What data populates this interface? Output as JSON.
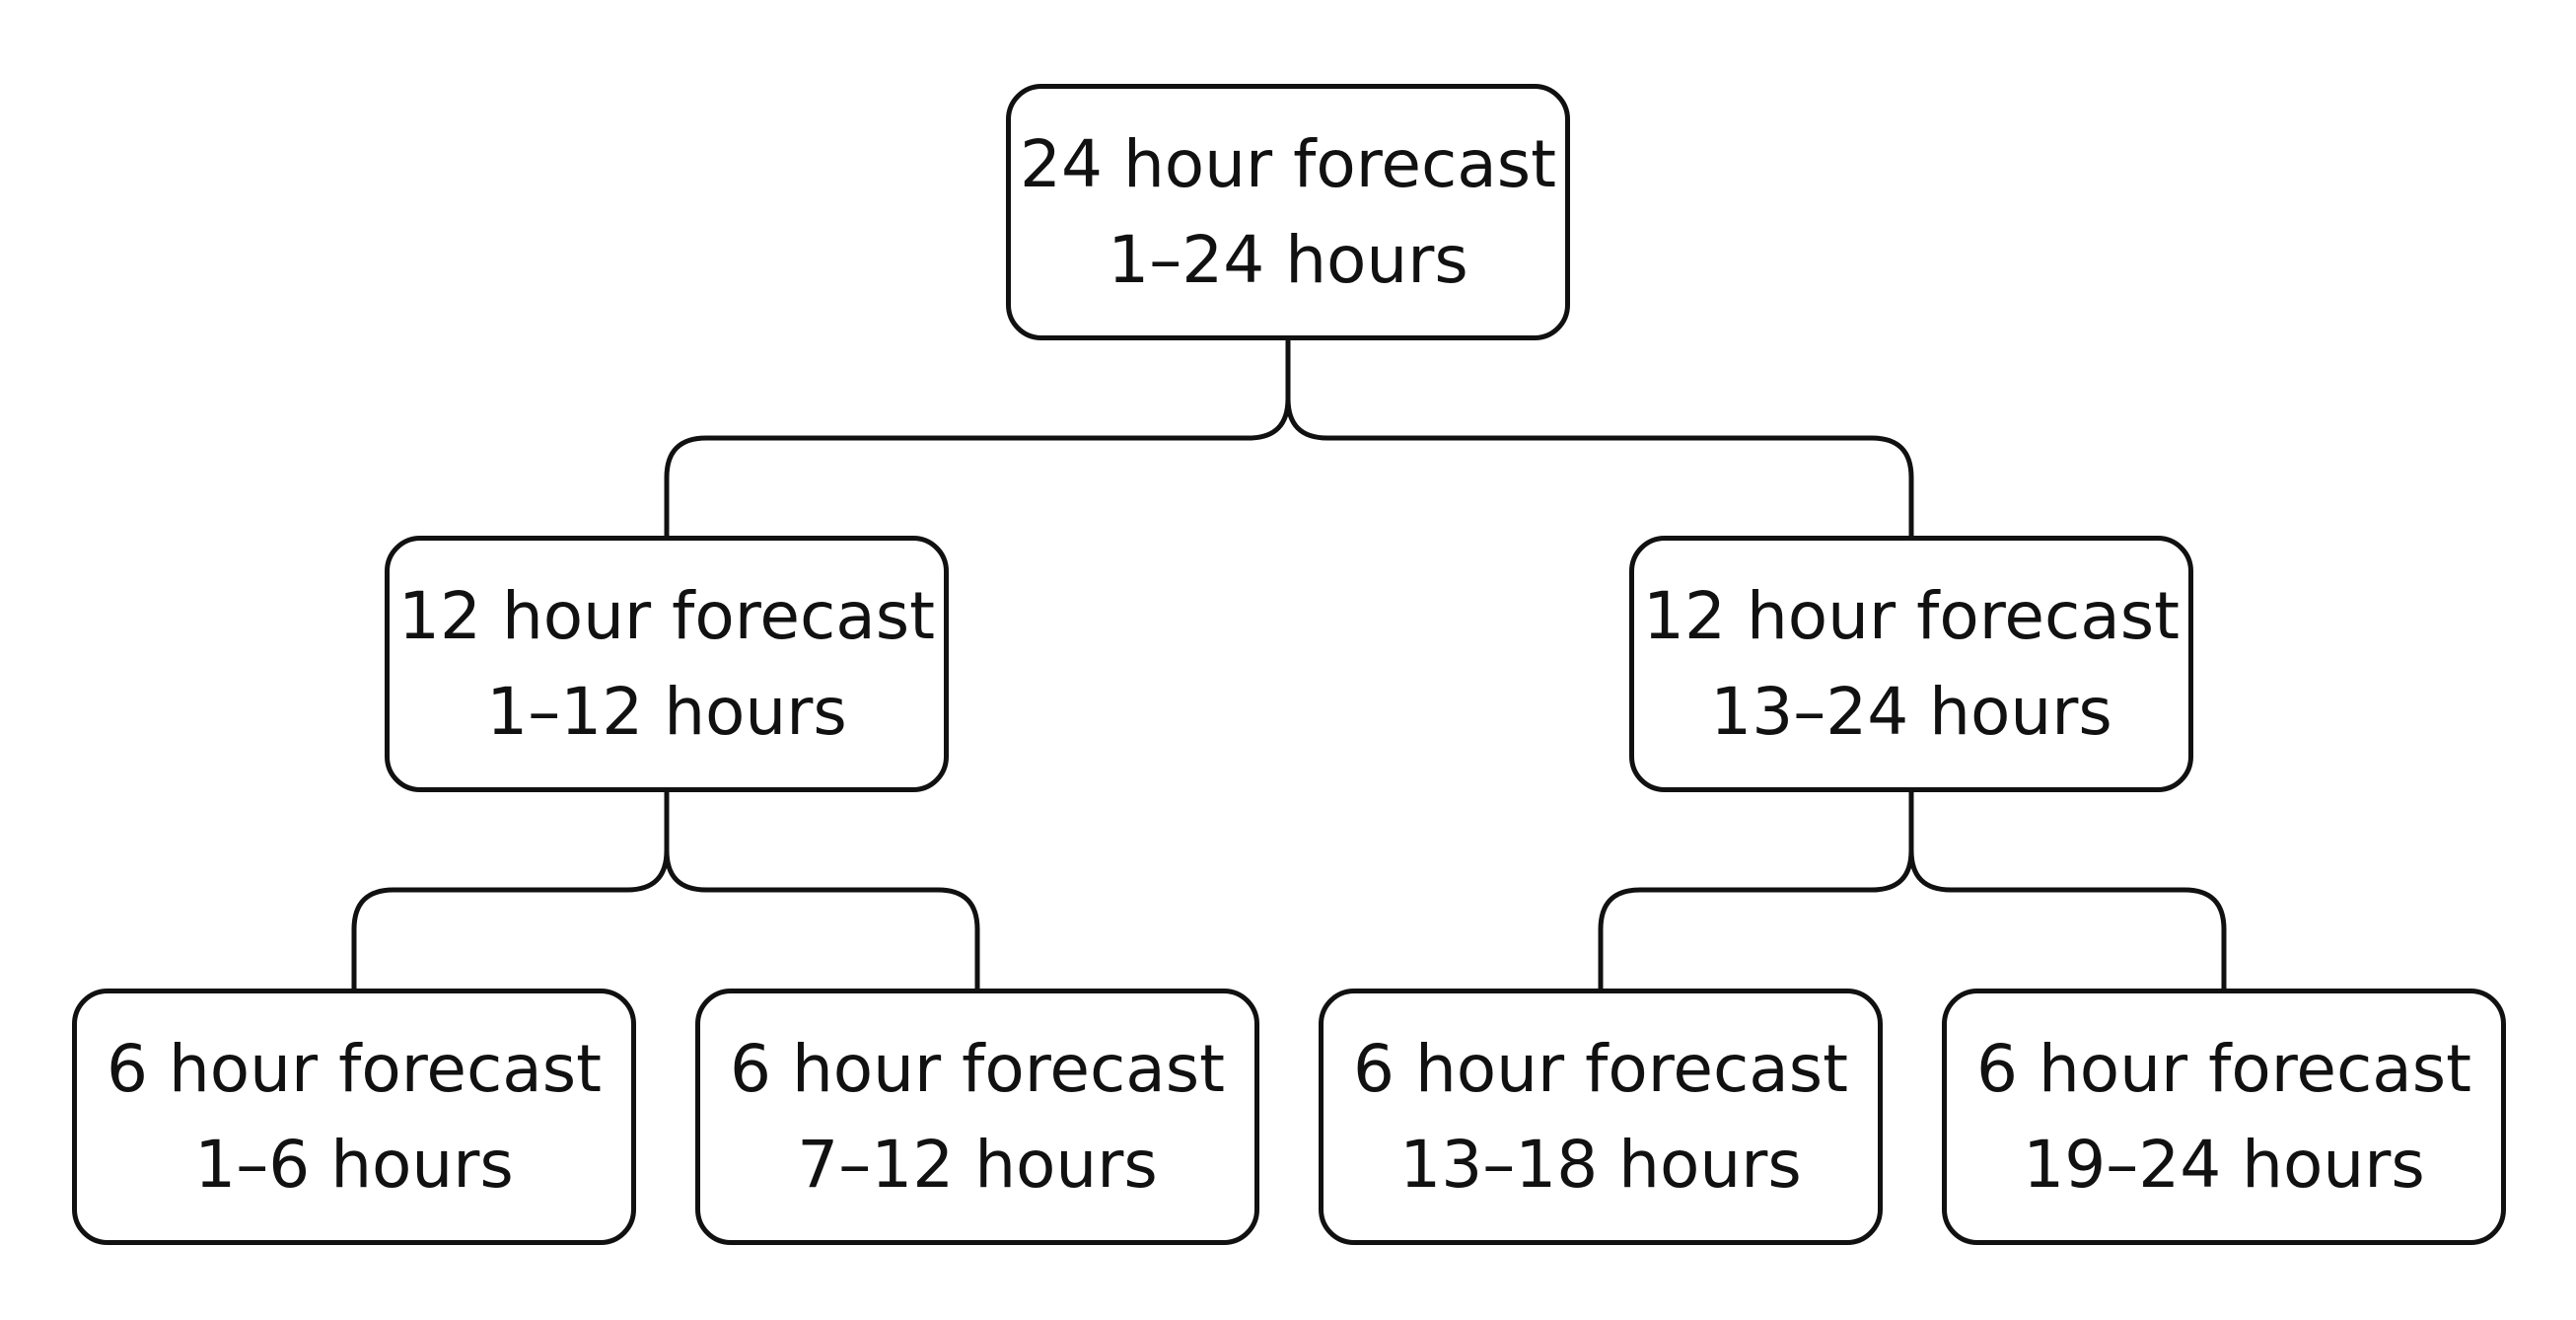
{
  "colors": {
    "stroke": "#111111",
    "background": "#ffffff",
    "text": "#111111"
  },
  "nodes": {
    "root": {
      "title": "24 hour forecast",
      "range": "1–24 hours"
    },
    "twelve_left": {
      "title": "12 hour forecast",
      "range": "1–12 hours"
    },
    "twelve_right": {
      "title": "12 hour forecast",
      "range": "13–24 hours"
    },
    "six_1": {
      "title": "6 hour forecast",
      "range": "1–6 hours"
    },
    "six_2": {
      "title": "6 hour forecast",
      "range": "7–12 hours"
    },
    "six_3": {
      "title": "6 hour forecast",
      "range": "13–18 hours"
    },
    "six_4": {
      "title": "6 hour forecast",
      "range": "19–24 hours"
    }
  }
}
